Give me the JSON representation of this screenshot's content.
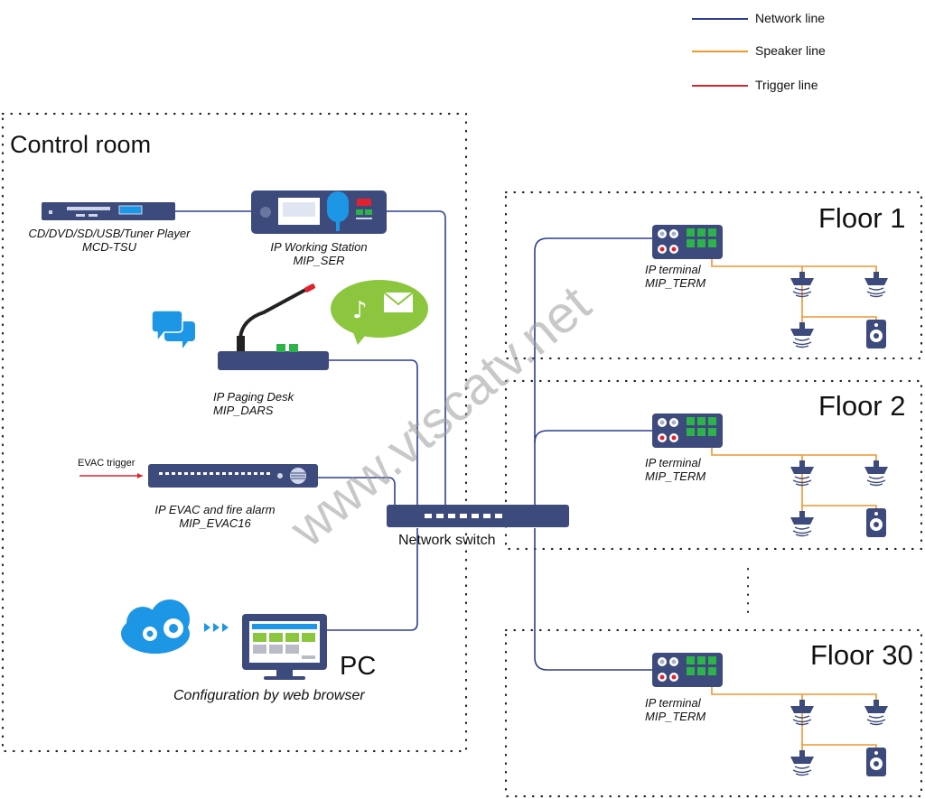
{
  "legend": [
    {
      "label": "Network line",
      "color": "#2e3f8f"
    },
    {
      "label": "Speaker line",
      "color": "#f0962e"
    },
    {
      "label": "Trigger line",
      "color": "#e0232e"
    }
  ],
  "control_room": {
    "title": "Control room",
    "devices": {
      "player": {
        "name": "CD/DVD/SD/USB/Tuner Player",
        "model": "MCD-TSU"
      },
      "working_station": {
        "name": "IP Working Station",
        "model": "MIP_SER"
      },
      "paging_desk": {
        "name": "IP Paging Desk",
        "model": "MIP_DARS"
      },
      "evac": {
        "name": "IP EVAC and fire alarm",
        "model": "MIP_EVAC16"
      },
      "evac_trigger": "EVAC trigger",
      "pc": {
        "name": "PC",
        "caption": "Configuration by web browser"
      }
    }
  },
  "network_switch": "Network switch",
  "floors": [
    {
      "title": "Floor 1",
      "terminal_name": "IP terminal",
      "terminal_model": "MIP_TERM"
    },
    {
      "title": "Floor 2",
      "terminal_name": "IP terminal",
      "terminal_model": "MIP_TERM"
    },
    {
      "title": "Floor 30",
      "terminal_name": "IP terminal",
      "terminal_model": "MIP_TERM"
    }
  ],
  "watermark": "www.vtscatv.net",
  "colors": {
    "device": "#3d4a7c",
    "network": "#2e3f8f",
    "speaker": "#f0962e",
    "trigger": "#e0232e",
    "green": "#2eb34a",
    "cloud": "#1e96e6",
    "chat": "#8cc63f"
  }
}
